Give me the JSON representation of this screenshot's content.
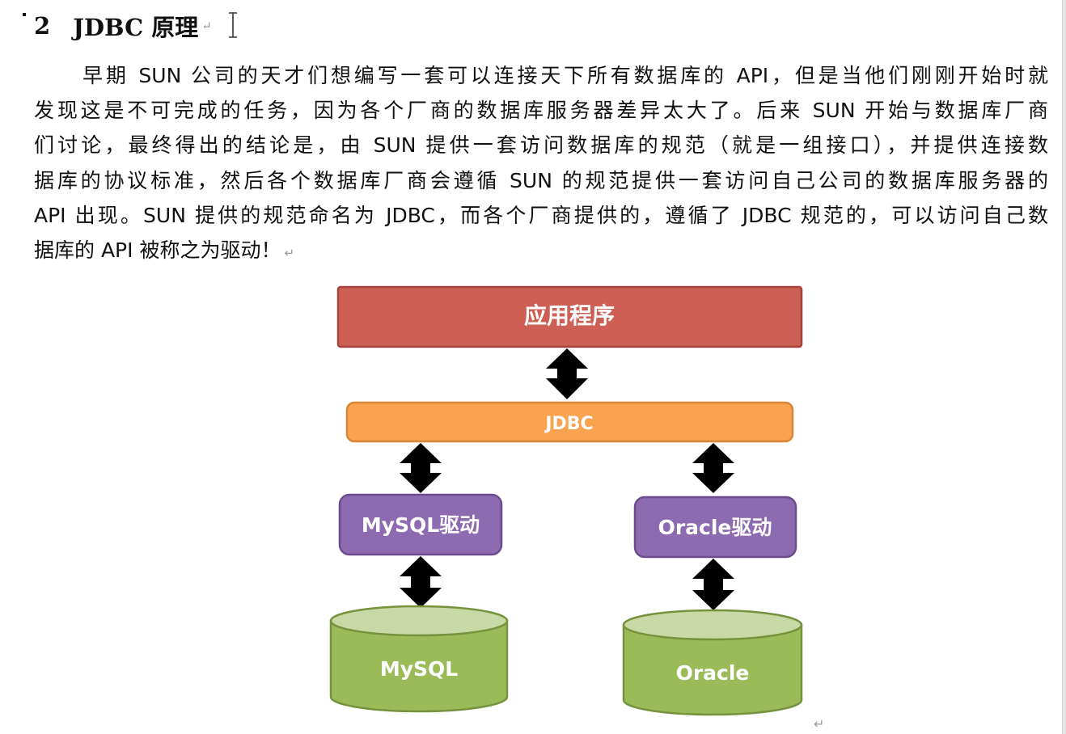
{
  "heading": {
    "number": "2",
    "title": "JDBC 原理"
  },
  "paragraph": {
    "lines": [
      "早期 SUN 公司的天才们想编写一套可以连接天下所有数据库的 API，但是当他们刚刚开始时就",
      "发现这是不可完成的任务，因为各个厂商的数据库服务器差异太大了。后来 SUN 开始与数据库厂商",
      "们讨论，最终得出的结论是，由 SUN 提供一套访问数据库的规范（就是一组接口），并提供连接数",
      "据库的协议标准，然后各个数据库厂商会遵循 SUN 的规范提供一套访问自己公司的数据库服务器的",
      "API 出现。SUN 提供的规范命名为 JDBC，而各个厂商提供的，遵循了 JDBC 规范的，可以访问自己数",
      "据库的 API 被称之为驱动！"
    ]
  },
  "diagram": {
    "app_label": "应用程序",
    "jdbc_label": "JDBC",
    "mysql_driver_label": "MySQL驱动",
    "oracle_driver_label": "Oracle驱动",
    "mysql_db_label": "MySQL",
    "oracle_db_label": "Oracle"
  },
  "colors": {
    "app_fill": "#cd5f55",
    "app_stroke": "#a5443c",
    "jdbc_fill": "#f9a351",
    "jdbc_stroke": "#d98535",
    "driver_fill": "#8d6bb0",
    "driver_stroke": "#6b4d8d",
    "db_fill": "#9bbb59",
    "db_top": "#c9d9a5",
    "db_stroke": "#76923c",
    "arrow": "#000000"
  },
  "icons": {
    "paragraph_mark": "return-arrow-icon",
    "text_cursor": "i-beam-cursor-icon"
  }
}
